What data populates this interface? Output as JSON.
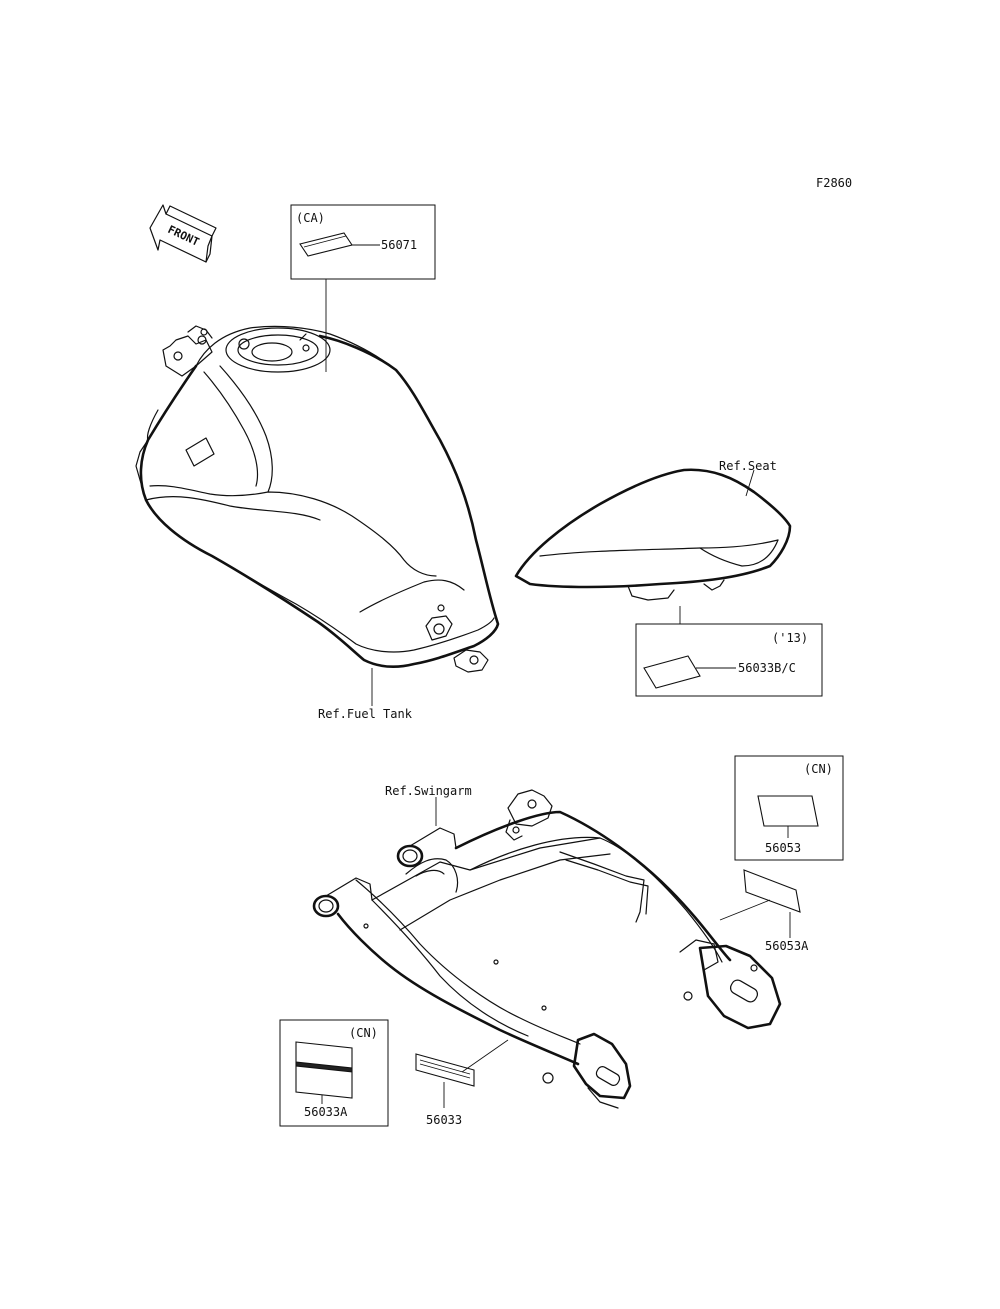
{
  "figure_code": "F2860",
  "front_arrow_label": "FRONT",
  "parts": {
    "fuel_tank": {
      "ref_label": "Ref.Fuel Tank"
    },
    "seat": {
      "ref_label": "Ref.Seat"
    },
    "swingarm": {
      "ref_label": "Ref.Swingarm"
    }
  },
  "callouts": {
    "c56071": {
      "region": "(CA)",
      "part_no": "56071"
    },
    "c56033bc": {
      "region": "('13)",
      "part_no": "56033B/C"
    },
    "c56053": {
      "region": "(CN)",
      "part_no": "56053"
    },
    "c56053a": {
      "part_no": "56053A"
    },
    "c56033a": {
      "region": "(CN)",
      "part_no": "56033A"
    },
    "c56033": {
      "part_no": "56033"
    }
  }
}
